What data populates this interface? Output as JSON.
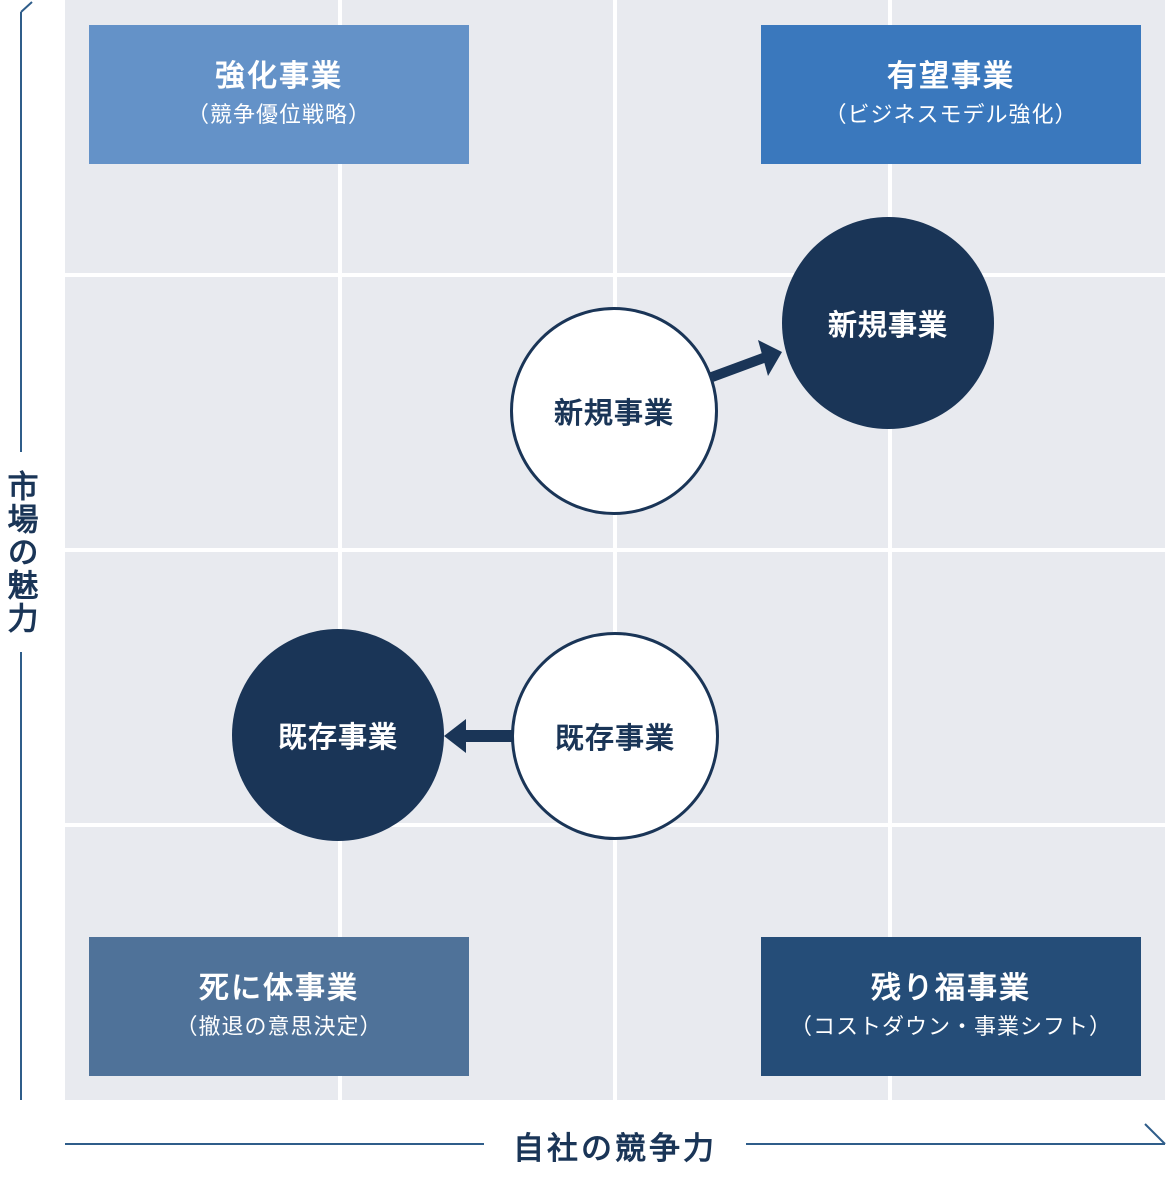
{
  "quadrants": {
    "top_left": {
      "title": "強化事業",
      "subtitle": "（競争優位戦略）"
    },
    "top_right": {
      "title": "有望事業",
      "subtitle": "（ビジネスモデル強化）"
    },
    "bottom_left": {
      "title": "死に体事業",
      "subtitle": "（撤退の意思決定）"
    },
    "bottom_right": {
      "title": "残り福事業",
      "subtitle": "（コストダウン・事業シフト）"
    }
  },
  "circles": {
    "new_current": "新規事業",
    "new_target": "新規事業",
    "exist_current": "既存事業",
    "exist_target": "既存事業"
  },
  "axes": {
    "y_label": "市場の魅力",
    "x_label": "自社の競争力"
  },
  "colors": {
    "grid_bg": "#e8eaef",
    "navy": "#1a3557",
    "axis_line": "#2f5d8a"
  }
}
